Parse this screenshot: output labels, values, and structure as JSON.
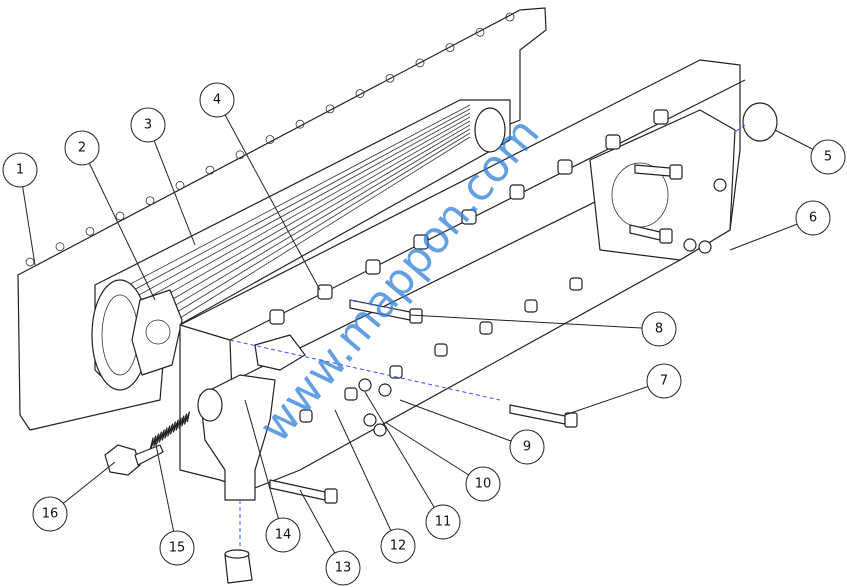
{
  "diagram": {
    "type": "exploded parts view",
    "watermark": "www.mappon.com",
    "callouts": [
      "1",
      "2",
      "3",
      "4",
      "5",
      "6",
      "7",
      "8",
      "9",
      "10",
      "11",
      "12",
      "13",
      "14",
      "15",
      "16"
    ]
  }
}
